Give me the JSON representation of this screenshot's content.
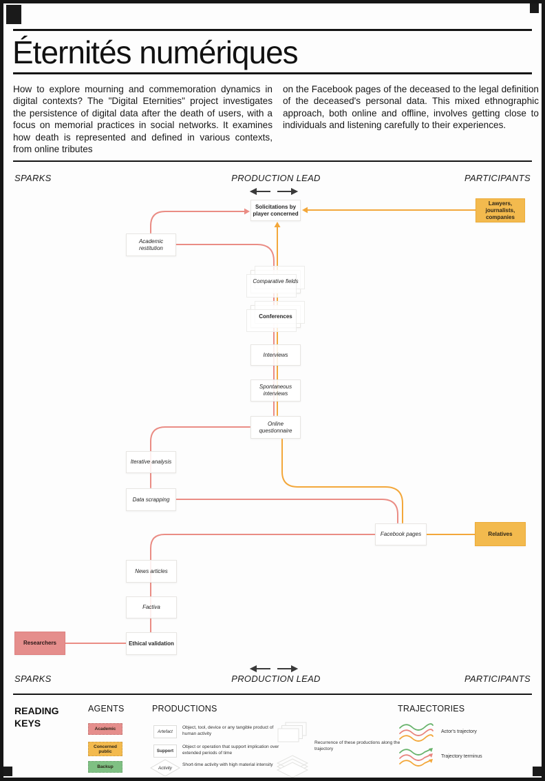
{
  "page": {
    "title": "Éternités numériques"
  },
  "intro": {
    "col_left": "How to explore mourning and commemoration dynamics in digital contexts? The \"Digital Eternities\" project investigates the persistence of digital data after the death of users, with a focus on memorial practices in social networks. It examines how death is represented and defined in various contexts, from online tributes",
    "col_right": "on the Facebook pages of the deceased to the legal definition of the deceased's personal data. This mixed ethnographic approach, both online and offline, involves getting close to individuals and listening carefully to their experiences."
  },
  "diagram": {
    "header": {
      "left": "SPARKS",
      "center": "PRODUCTION LEAD",
      "right": "PARTICIPANTS"
    },
    "footer": {
      "left": "SPARKS",
      "center": "PRODUCTION LEAD",
      "right": "PARTICIPANTS"
    },
    "nodes": {
      "solicitations": {
        "label": "Solicitations by player concerned"
      },
      "lawyers": {
        "label": "Lawyers, journalists, companies"
      },
      "academic_restitution": {
        "label": "Academic restitution"
      },
      "comparative_fields": {
        "label": "Comparative fields"
      },
      "conferences": {
        "label": "Conferences"
      },
      "interviews": {
        "label": "Interviews"
      },
      "spontaneous_interviews": {
        "label": "Spontaneous interviews"
      },
      "online_questionnaire": {
        "label": "Online questionnaire"
      },
      "iterative_analysis": {
        "label": "Iterative analysis"
      },
      "data_scrapping": {
        "label": "Data scrapping"
      },
      "facebook_pages": {
        "label": "Facebook pages"
      },
      "relatives": {
        "label": "Relatives"
      },
      "news_articles": {
        "label": "News articles"
      },
      "factiva": {
        "label": "Factiva"
      },
      "ethical_validation": {
        "label": "Ethical validation"
      },
      "researchers": {
        "label": "Researchers"
      }
    }
  },
  "legend": {
    "title": "READING KEYS",
    "agents": {
      "title": "AGENTS",
      "items": [
        {
          "label": "Academic",
          "color": "#e58e8c"
        },
        {
          "label": "Concerned public",
          "color": "#f3ba4e"
        },
        {
          "label": "Backup",
          "color": "#7fc083"
        }
      ]
    },
    "productions": {
      "title": "PRODUCTIONS",
      "items": [
        {
          "label": "Artefact",
          "desc": "Object, tool, device or any tangible product of human activity"
        },
        {
          "label": "Support",
          "desc": "Object or operation that support implication over extended periods of time"
        },
        {
          "label": "Activity",
          "desc": "Short-time activity with high material intensity"
        }
      ],
      "recurrence_desc": "Recurrence of these productions along the trajectory"
    },
    "trajectories": {
      "title": "TRAJECTORIES",
      "items": [
        {
          "label": "Actor's trajectory"
        },
        {
          "label": "Trajectory terminus"
        }
      ]
    }
  },
  "colors": {
    "academic_red": "#e58e8c",
    "concerned_public_orange": "#f3ba4e",
    "backup_green": "#7fc083",
    "trajectory_red": "#ea8c84",
    "trajectory_orange": "#f3a73a",
    "trajectory_green": "#68b36b"
  }
}
